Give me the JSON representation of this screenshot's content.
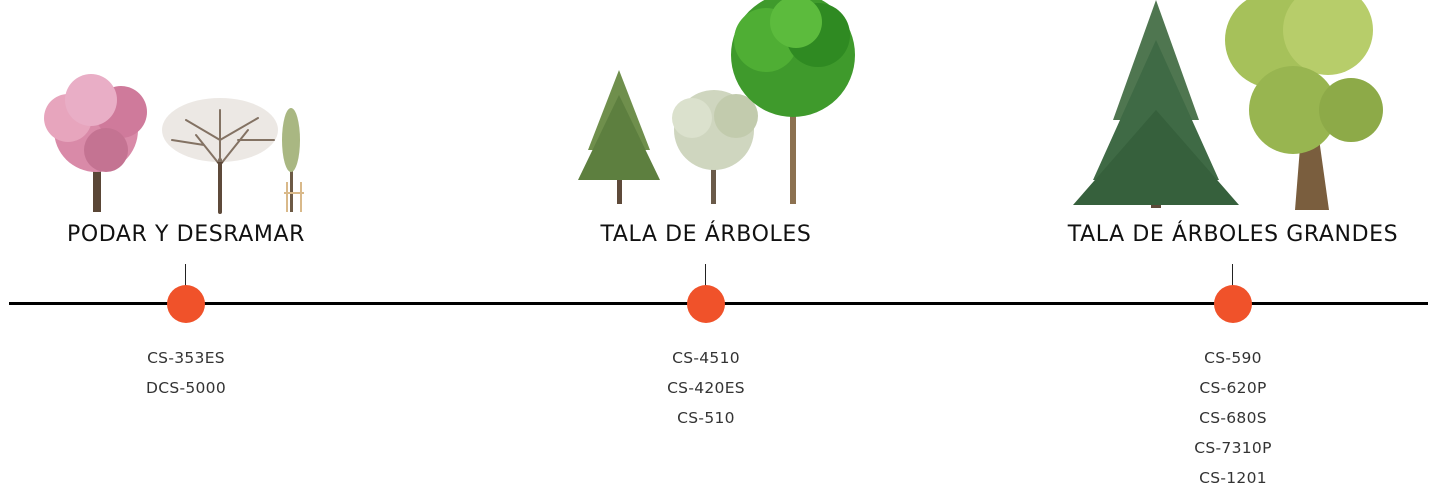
{
  "colors": {
    "accent": "#f0522a",
    "line": "#000000",
    "text": "#111111"
  },
  "groups": [
    {
      "title": "PODAR Y DESRAMAR",
      "models": [
        "CS-353ES",
        "DCS-5000"
      ]
    },
    {
      "title": "TALA DE ÁRBOLES",
      "models": [
        "CS-4510",
        "CS-420ES",
        "CS-510"
      ]
    },
    {
      "title": "TALA DE ÁRBOLES GRANDES",
      "models": [
        "CS-590",
        "CS-620P",
        "CS-680S",
        "CS-7310P",
        "CS-1201"
      ]
    }
  ]
}
